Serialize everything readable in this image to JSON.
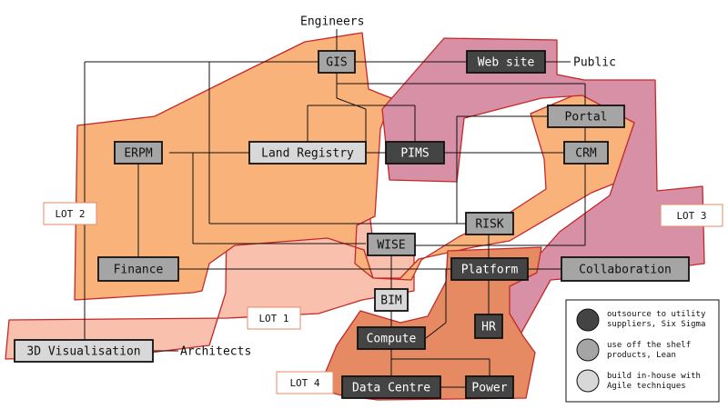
{
  "colors": {
    "outsource": "#444444",
    "off_the_shelf": "#a5a5a5",
    "in_house": "#d8d8d8",
    "lot1": "#f9c0ad",
    "lot2": "#f8b27a",
    "lot3": "#d790a6",
    "lot4": "#e58a62",
    "region_border": "#c62828"
  },
  "nodes": [
    {
      "id": "gis",
      "label": "GIS",
      "kind": "off_the_shelf"
    },
    {
      "id": "website",
      "label": "Web site",
      "kind": "outsource"
    },
    {
      "id": "portal",
      "label": "Portal",
      "kind": "off_the_shelf"
    },
    {
      "id": "erpm",
      "label": "ERPM",
      "kind": "off_the_shelf"
    },
    {
      "id": "landregistry",
      "label": "Land Registry",
      "kind": "in_house"
    },
    {
      "id": "pims",
      "label": "PIMS",
      "kind": "outsource"
    },
    {
      "id": "crm",
      "label": "CRM",
      "kind": "off_the_shelf"
    },
    {
      "id": "risk",
      "label": "RISK",
      "kind": "off_the_shelf"
    },
    {
      "id": "wise",
      "label": "WISE",
      "kind": "off_the_shelf"
    },
    {
      "id": "finance",
      "label": "Finance",
      "kind": "off_the_shelf"
    },
    {
      "id": "platform",
      "label": "Platform",
      "kind": "outsource"
    },
    {
      "id": "collaboration",
      "label": "Collaboration",
      "kind": "off_the_shelf"
    },
    {
      "id": "bim",
      "label": "BIM",
      "kind": "in_house"
    },
    {
      "id": "hr",
      "label": "HR",
      "kind": "outsource"
    },
    {
      "id": "compute",
      "label": "Compute",
      "kind": "outsource"
    },
    {
      "id": "visualisation",
      "label": "3D Visualisation",
      "kind": "in_house"
    },
    {
      "id": "datacentre",
      "label": "Data Centre",
      "kind": "outsource"
    },
    {
      "id": "power",
      "label": "Power",
      "kind": "outsource"
    }
  ],
  "actors": {
    "engineers": "Engineers",
    "public": "Public",
    "architects": "Architects"
  },
  "lots": {
    "lot1": "LOT 1",
    "lot2": "LOT 2",
    "lot3": "LOT 3",
    "lot4": "LOT 4"
  },
  "legend": [
    {
      "kind": "outsource",
      "line1": "outsource to utility",
      "line2": "suppliers, Six Sigma"
    },
    {
      "kind": "off_the_shelf",
      "line1": "use off the shelf",
      "line2": "products, Lean"
    },
    {
      "kind": "in_house",
      "line1": "build in-house with",
      "line2": "Agile techniques"
    }
  ]
}
